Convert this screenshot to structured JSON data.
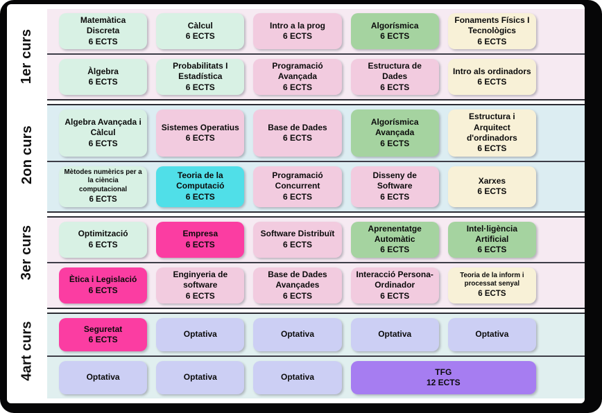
{
  "palette": {
    "mint": "#d8f1e4",
    "pink": "#f2cbdf",
    "green": "#a5d3a0",
    "cream": "#f8f1d7",
    "cyan": "#50dfe8",
    "magenta": "#fb3da2",
    "lavender": "#cccff4",
    "purple": "#a67df1",
    "section_pink": "#f6eaf2",
    "section_blue": "#dcedf2",
    "section_blue2": "#e0efef",
    "frame": "#060607",
    "separator": "#2b2b33"
  },
  "years": [
    {
      "label": "1er curs",
      "bg": "section_pink",
      "rows": [
        [
          {
            "title": "Matemàtica Discreta",
            "ects": "6 ECTS",
            "color": "mint"
          },
          {
            "title": "Càlcul",
            "ects": "6 ECTS",
            "color": "mint"
          },
          {
            "title": "Intro a la prog",
            "ects": "6 ECTS",
            "color": "pink"
          },
          {
            "title": "Algorísmica",
            "ects": "6 ECTS",
            "color": "green"
          },
          {
            "title": "Fonaments Físics I Tecnològics",
            "ects": "6 ECTS",
            "color": "cream"
          }
        ],
        [
          {
            "title": "Àlgebra",
            "ects": "6 ECTS",
            "color": "mint"
          },
          {
            "title": "Probabilitats I Estadística",
            "ects": "6 ECTS",
            "color": "mint"
          },
          {
            "title": "Programació Avançada",
            "ects": "6 ECTS",
            "color": "pink"
          },
          {
            "title": "Estructura de Dades",
            "ects": "6 ECTS",
            "color": "pink"
          },
          {
            "title": "Intro als ordinadors",
            "ects": "6 ECTS",
            "color": "cream"
          }
        ]
      ]
    },
    {
      "label": "2on curs",
      "bg": "section_blue",
      "rows": [
        [
          {
            "title": "Algebra Avançada i Càlcul",
            "ects": "6 ECTS",
            "color": "mint"
          },
          {
            "title": "Sistemes Operatius",
            "ects": "6 ECTS",
            "color": "pink"
          },
          {
            "title": "Base de Dades",
            "ects": "6 ECTS",
            "color": "pink"
          },
          {
            "title": "Algorísmica Avançada",
            "ects": "6 ECTS",
            "color": "green"
          },
          {
            "title": "Estructura i Arquitect d'ordinadors",
            "ects": "6 ECTS",
            "color": "cream"
          }
        ],
        [
          {
            "title": "Mètodes numèrics per a la ciència computacional",
            "ects": "6 ECTS",
            "color": "mint",
            "small": true
          },
          {
            "title": "Teoria de la Computació",
            "ects": "6 ECTS",
            "color": "cyan"
          },
          {
            "title": "Programació Concurrent",
            "ects": "6 ECTS",
            "color": "pink"
          },
          {
            "title": "Disseny de Software",
            "ects": "6 ECTS",
            "color": "pink"
          },
          {
            "title": "Xarxes",
            "ects": "6 ECTS",
            "color": "cream"
          }
        ]
      ]
    },
    {
      "label": "3er curs",
      "bg": "section_pink",
      "rows": [
        [
          {
            "title": "Optimització",
            "ects": "6 ECTS",
            "color": "mint"
          },
          {
            "title": "Empresa",
            "ects": "6 ECTS",
            "color": "magenta"
          },
          {
            "title": "Software Distribuït",
            "ects": "6 ECTS",
            "color": "pink"
          },
          {
            "title": "Aprenentatge Automàtic",
            "ects": "6 ECTS",
            "color": "green"
          },
          {
            "title": "Intel·ligència Artificial",
            "ects": "6 ECTS",
            "color": "green"
          }
        ],
        [
          {
            "title": "Ètica i Legislació",
            "ects": "6 ECTS",
            "color": "magenta"
          },
          {
            "title": "Enginyeria de software",
            "ects": "6 ECTS",
            "color": "pink"
          },
          {
            "title": "Base de Dades Avançades",
            "ects": "6 ECTS",
            "color": "pink"
          },
          {
            "title": "Interacció Persona-Ordinador",
            "ects": "6 ECTS",
            "color": "pink"
          },
          {
            "title": "Teoria de la inform i processat senyal",
            "ects": "6 ECTS",
            "color": "cream",
            "small": true
          }
        ]
      ]
    },
    {
      "label": "4art curs",
      "bg": "section_blue2",
      "rows": [
        [
          {
            "title": "Seguretat",
            "ects": "6 ECTS",
            "color": "magenta"
          },
          {
            "title": "Optativa",
            "ects": "",
            "color": "lavender"
          },
          {
            "title": "Optativa",
            "ects": "",
            "color": "lavender"
          },
          {
            "title": "Optativa",
            "ects": "",
            "color": "lavender"
          },
          {
            "title": "Optativa",
            "ects": "",
            "color": "lavender"
          }
        ],
        [
          {
            "title": "Optativa",
            "ects": "",
            "color": "lavender"
          },
          {
            "title": "Optativa",
            "ects": "",
            "color": "lavender"
          },
          {
            "title": "Optativa",
            "ects": "",
            "color": "lavender"
          },
          {
            "title": "TFG",
            "ects": "12 ECTS",
            "color": "purple",
            "span": 2
          }
        ]
      ]
    }
  ]
}
